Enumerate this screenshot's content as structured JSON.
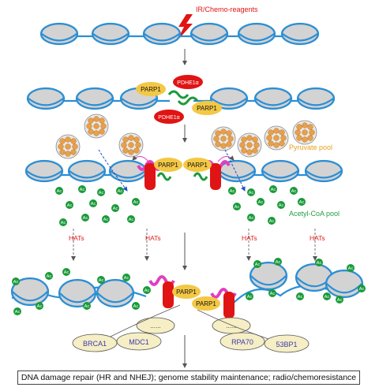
{
  "trigger": "IR/Chemo-reagents",
  "proteins": {
    "parp1": "PARP1",
    "pdhe1a": "PDHE1α"
  },
  "metabolites": {
    "acetyl_group": "Ac",
    "pyruvate_pool": "Pyruvate pool",
    "acetyl_coa_pool": "Acetyl-CoA pool"
  },
  "enzymes": {
    "hats": "HATs"
  },
  "repair_factors_left": [
    "BRCA1",
    "MDC1",
    "......"
  ],
  "repair_factors_right": [
    "......",
    "RPA70",
    "53BP1"
  ],
  "outcome": "DNA damage repair (HR and NHEJ); genome stability maintenance; radio/chemoresistance",
  "colors": {
    "dna": "#2a8fd6",
    "histone": "#d3d3d3",
    "parp1": "#f3c845",
    "pdhe1a": "#e01414",
    "acetyl": "#1a9a3a",
    "pyruvate": "#e8a04a",
    "par_chain": "#e040c0",
    "hats_text": "#e02020",
    "pyruvate_text": "#e8a020",
    "acetyl_text": "#22a040",
    "factor_text": "#3a3ab0"
  }
}
